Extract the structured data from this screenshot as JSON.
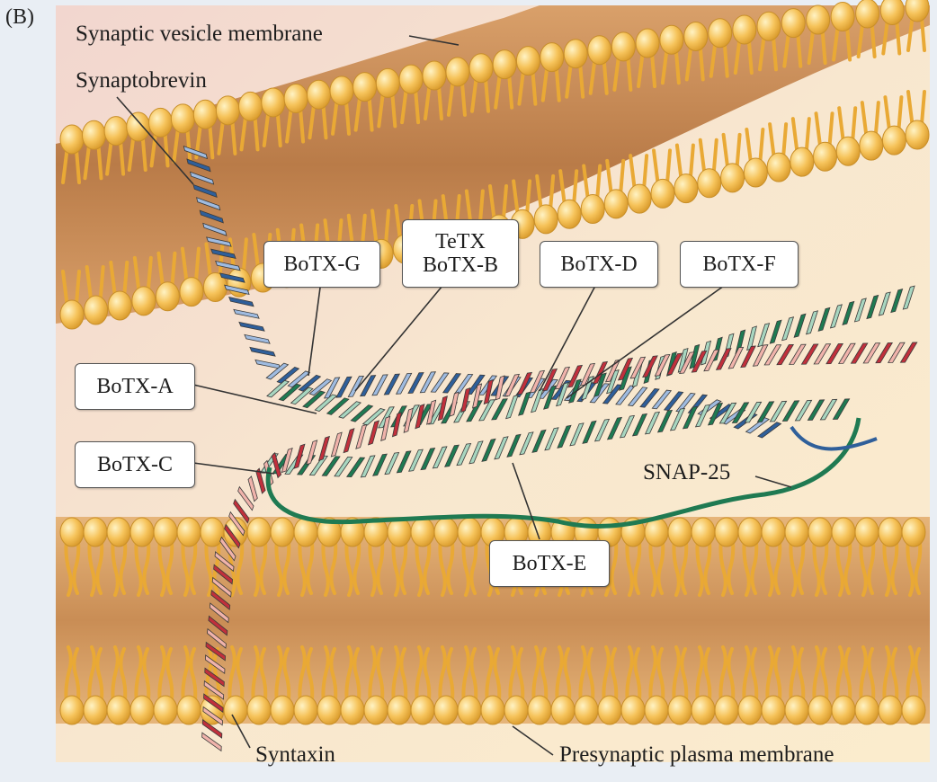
{
  "panel_label": "(B)",
  "labels": {
    "vesicle_membrane": "Synaptic vesicle membrane",
    "synaptobrevin": "Synaptobrevin",
    "snap25": "SNAP-25",
    "syntaxin": "Syntaxin",
    "plasma_membrane": "Presynaptic plasma membrane"
  },
  "toxins": {
    "botx_g": "BoTX-G",
    "tetx": "TeTX",
    "botx_b": "BoTX-B",
    "botx_d": "BoTX-D",
    "botx_f": "BoTX-F",
    "botx_a": "BoTX-A",
    "botx_c": "BoTX-C",
    "botx_e": "BoTX-E"
  },
  "colors": {
    "synaptobrevin_light": "#9fbbe0",
    "synaptobrevin_dark": "#2f5f9a",
    "syntaxin_light": "#f0b3ab",
    "syntaxin_dark": "#c0303c",
    "snap25_light": "#a8d6c0",
    "snap25_dark": "#1f7a52",
    "lipid_head": "#f6c35a",
    "lipid_tail": "#e9a935"
  }
}
